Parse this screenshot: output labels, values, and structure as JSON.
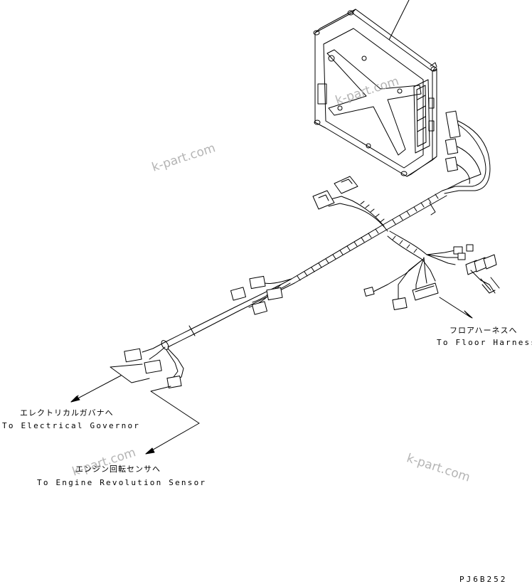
{
  "labels": {
    "floor_harness_jp": "フロアハーネスへ",
    "floor_harness_en": "To Floor Harness",
    "governor_jp": "エレクトリカルガバナへ",
    "governor_en": "To Electrical Governor",
    "sensor_jp": "エンジン回転センサへ",
    "sensor_en": "To Engine Revolution Sensor"
  },
  "watermarks": [
    "k-part.com",
    "k-part.com",
    "k-part.com",
    "k-part.com"
  ],
  "drawing_code": "PJ6B252",
  "colors": {
    "line": "#000000",
    "watermark": "#a8a8a8",
    "background": "#ffffff"
  }
}
